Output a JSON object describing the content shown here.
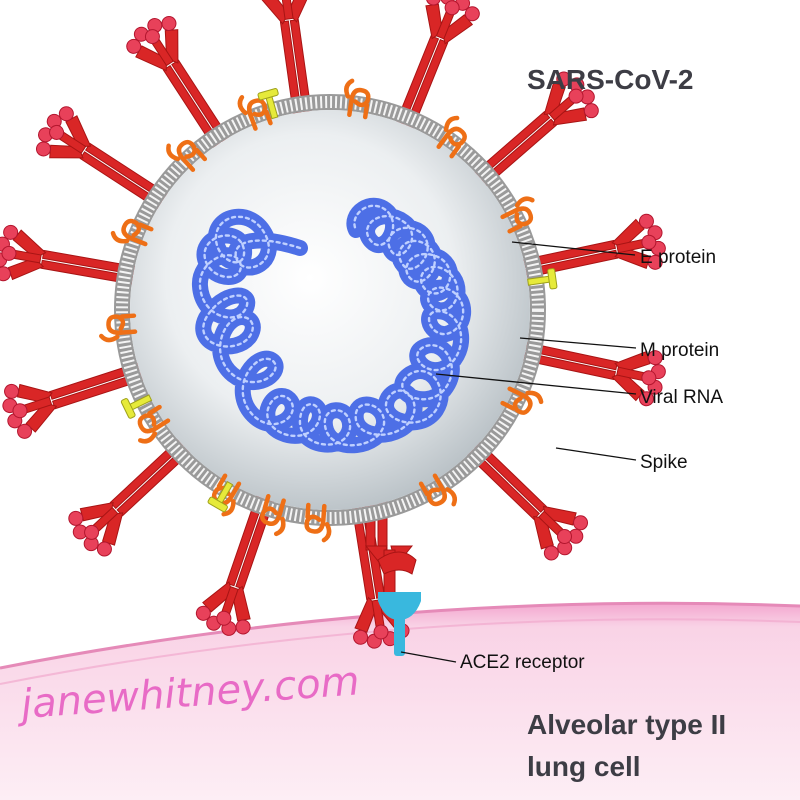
{
  "title": "SARS-CoV-2",
  "labels": {
    "e_protein": "E protein",
    "m_protein": "M protein",
    "viral_rna": "Viral RNA",
    "spike": "Spike",
    "ace2": "ACE2 receptor"
  },
  "cell_label": {
    "line1": "Alveolar type II",
    "line2": "lung cell"
  },
  "signature": "janewhitney.com",
  "colors": {
    "spike": "#d92626",
    "spike_tip": "#e8415a",
    "m_protein": "#ee6f16",
    "e_protein": "#e6ea3a",
    "rna": "#4d6fe6",
    "ace2": "#39b8de",
    "membrane": "#e3e3e3",
    "cell": "#f7b9da",
    "title": "#3d3d45"
  }
}
